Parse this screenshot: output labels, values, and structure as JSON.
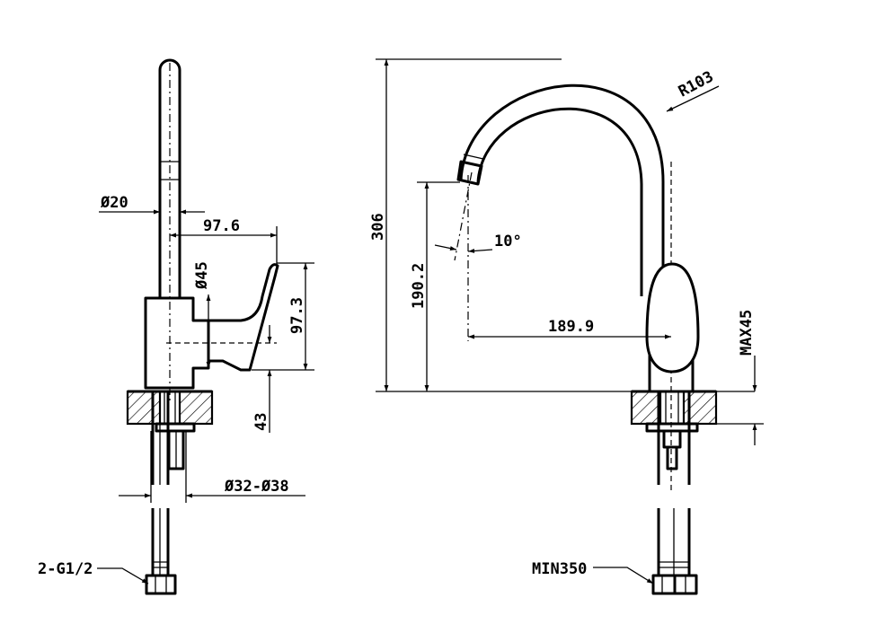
{
  "drawing": {
    "side_view": {
      "dim_spout_diameter": "Ø20",
      "dim_handle_reach": "97.6",
      "dim_handle_diameter": "Ø45",
      "dim_handle_height": "97.3",
      "dim_base_height": "43",
      "dim_hole_diameter": "Ø32-Ø38",
      "callout_connection": "2-G1/2"
    },
    "front_view": {
      "dim_overall_height": "306",
      "dim_spout_height": "190.2",
      "dim_spout_angle": "10°",
      "dim_spout_reach": "189.9",
      "dim_radius": "R103",
      "dim_deck_thickness": "MAX45",
      "callout_hose_length": "MIN350"
    }
  }
}
